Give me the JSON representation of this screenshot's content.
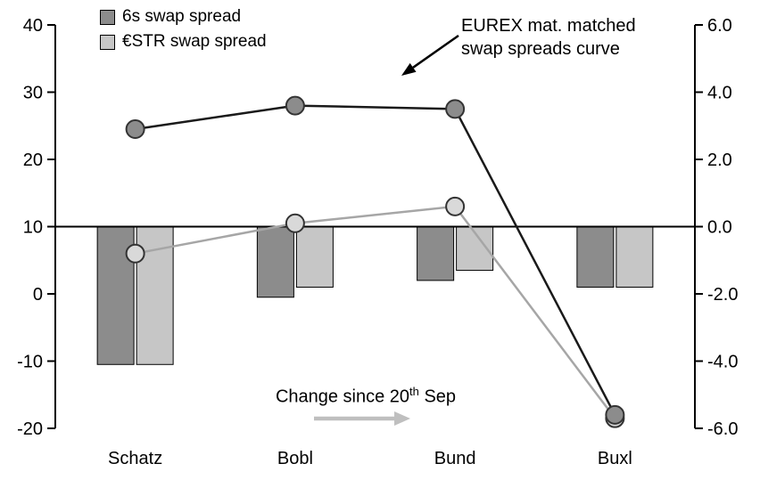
{
  "chart_data": {
    "type": "combo",
    "title": "EUREX maturity matched swap spreads",
    "categories": [
      "Schatz",
      "Bobl",
      "Bund",
      "Buxl"
    ],
    "bar_series": [
      {
        "name": "6s swap spread",
        "axis": "right",
        "color": "#8c8c8c",
        "values": [
          -4.1,
          -2.1,
          -1.6,
          -1.8
        ]
      },
      {
        "name": "€STR swap spread",
        "axis": "right",
        "color": "#c6c6c6",
        "values": [
          -4.1,
          -1.8,
          -1.3,
          -1.8
        ]
      }
    ],
    "line_series": [
      {
        "name": "6s swap spread curve",
        "axis": "left",
        "color": "#1a1a1a",
        "marker_fill": "#8c8c8c",
        "values": [
          24.5,
          28,
          27.5,
          -18
        ]
      },
      {
        "name": "€STR swap spread curve",
        "axis": "left",
        "color": "#a6a6a6",
        "marker_fill": "#d9d9d9",
        "values": [
          6,
          10.5,
          13,
          -18.5
        ]
      }
    ],
    "left_axis": {
      "min": -20,
      "max": 40,
      "ticks": [
        40,
        30,
        20,
        10,
        0,
        -10,
        -20
      ]
    },
    "right_axis": {
      "min": -6,
      "max": 6,
      "ticks": [
        "6.0",
        "4.0",
        "2.0",
        "0.0",
        "-2.0",
        "-4.0",
        "-6.0"
      ]
    },
    "baseline_left_value": 10,
    "grid": false,
    "legend_position": "top-left",
    "legend": [
      {
        "label": "6s swap spread",
        "color": "#8c8c8c"
      },
      {
        "label": "€STR swap spread",
        "color": "#c6c6c6"
      }
    ],
    "annotations": {
      "curve_label": {
        "line1": "EUREX mat. matched",
        "line2": "swap spreads curve"
      },
      "change_label": {
        "prefix": "Change since 20",
        "sup": "th",
        "suffix": " Sep"
      }
    }
  }
}
